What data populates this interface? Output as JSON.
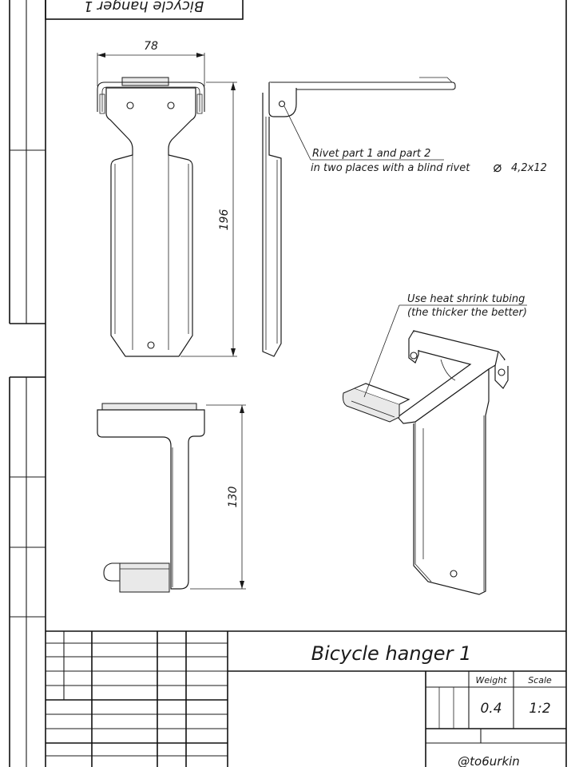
{
  "header_stamp": "Bicycle hanger 1",
  "dimensions": {
    "width": "78",
    "height_front": "196",
    "height_bottom": "130"
  },
  "notes": {
    "rivet_line1": "Rivet part 1 and part 2",
    "rivet_line2": "in two places with a blind rivet",
    "rivet_symbol": "⌀",
    "rivet_size": "4,2x12",
    "shrink_line1": "Use heat shrink tubing",
    "shrink_line2": "(the thicker the better)"
  },
  "title_block": {
    "title": "Bicycle hanger 1",
    "weight_label": "Weight",
    "scale_label": "Scale",
    "weight_value": "0.4",
    "scale_value": "1:2",
    "author": "@to6urkin"
  }
}
